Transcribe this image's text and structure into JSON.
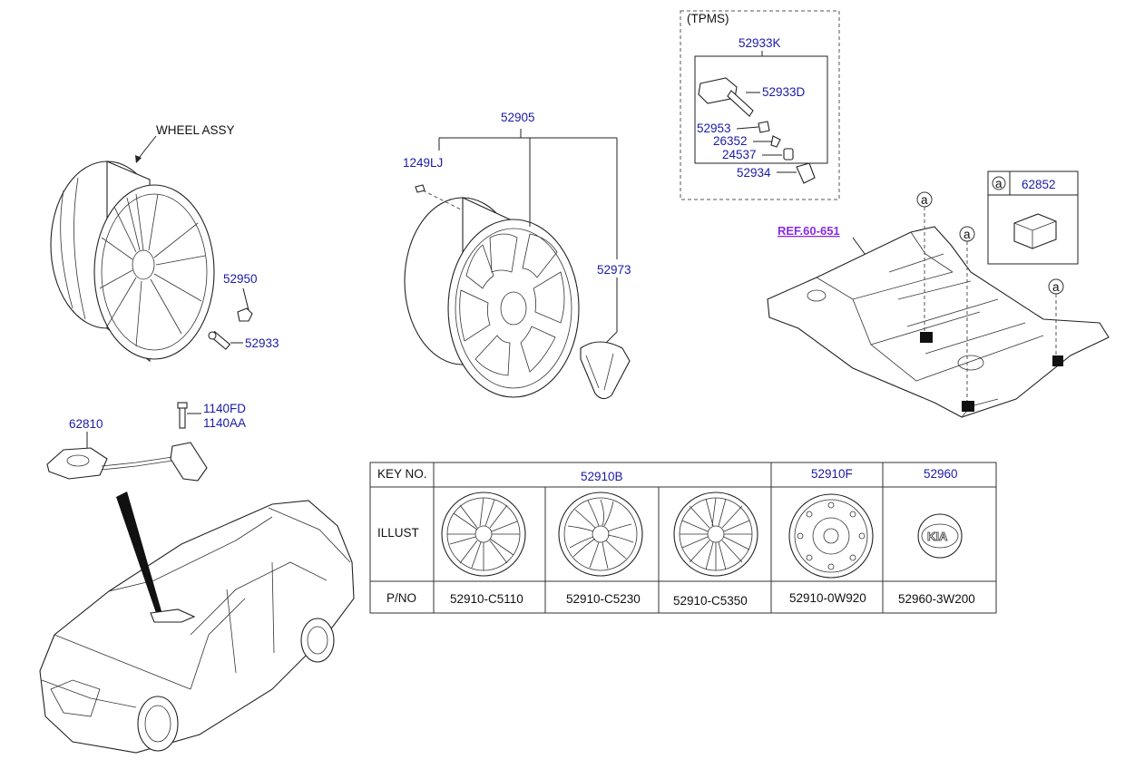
{
  "labels": {
    "wheel_assy": "WHEEL ASSY",
    "p52950": "52950",
    "p52933": "52933",
    "p52905": "52905",
    "p1249LJ": "1249LJ",
    "p52973": "52973",
    "tpms": "(TPMS)",
    "p52933K": "52933K",
    "p52933D": "52933D",
    "p52953": "52953",
    "p26352": "26352",
    "p24537": "24537",
    "p52934": "52934",
    "legend_marker": "a",
    "p62852": "62852",
    "ref": "REF.60-651",
    "marker_a": "a",
    "p62810": "62810",
    "p1140FD": "1140FD",
    "p1140AA": "1140AA"
  },
  "table": {
    "header_key": "KEY NO.",
    "row_illust": "ILLUST",
    "row_pno": "P/NO",
    "groups": [
      "52910B",
      "52910F",
      "52960"
    ],
    "part_numbers": [
      "52910-C5110",
      "52910-C5230",
      "52910-C5350",
      "52910-0W920",
      "52960-3W200"
    ],
    "emblem_text": "KIA"
  }
}
